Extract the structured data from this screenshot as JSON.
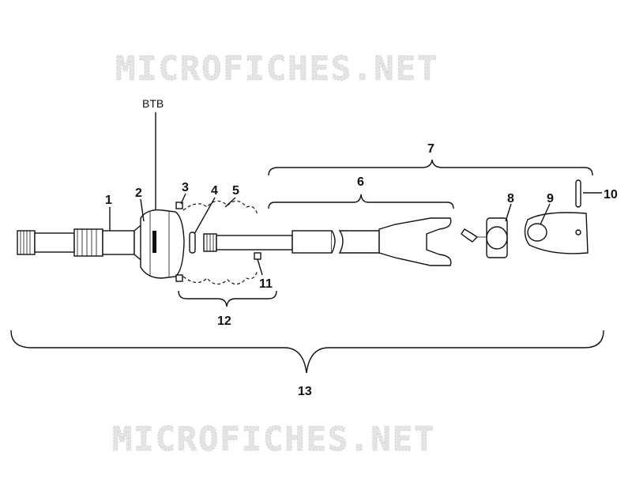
{
  "watermark": {
    "text": "MICROFICHES.NET"
  },
  "ref_label": {
    "text": "BTB"
  },
  "callouts": [
    "1",
    "2",
    "3",
    "4",
    "5",
    "6",
    "7",
    "8",
    "9",
    "10",
    "11",
    "12",
    "13"
  ]
}
